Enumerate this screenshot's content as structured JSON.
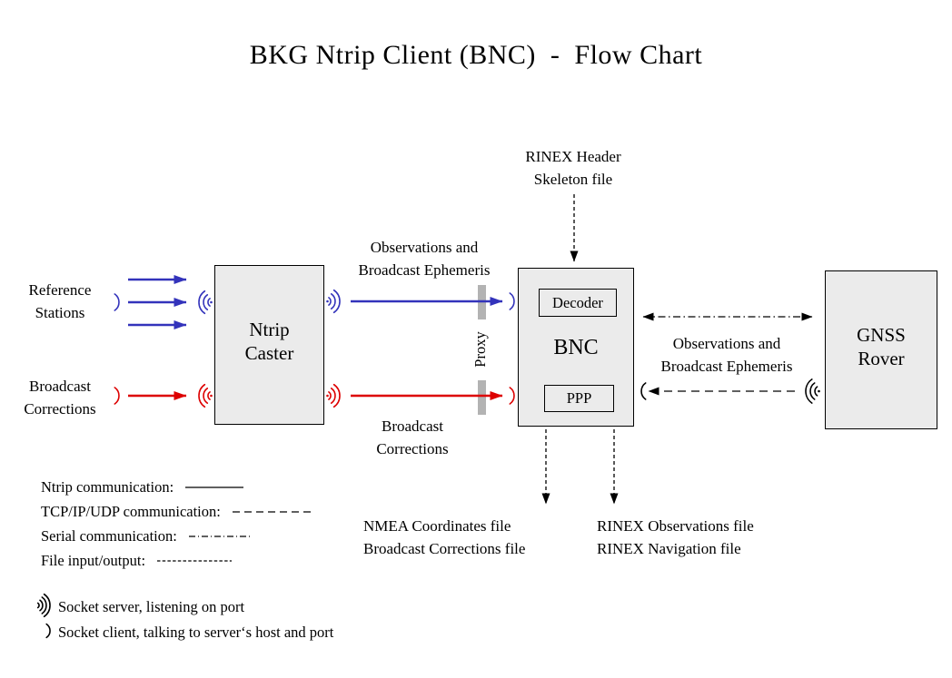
{
  "title": "BKG Ntrip Client (BNC)  -  Flow Chart",
  "colors": {
    "blue": "#3333bb",
    "red": "#dd0000",
    "box_fill": "#ebebeb",
    "box_border": "#000000",
    "proxy_bar": "#b3b3b3"
  },
  "nodes": {
    "ntrip_caster": "Ntrip\nCaster",
    "bnc": "BNC",
    "decoder": "Decoder",
    "ppp": "PPP",
    "gnss_rover": "GNSS\nRover"
  },
  "labels": {
    "rinex_header_skeleton": "RINEX Header\nSkeleton file",
    "reference_stations": "Reference\nStations",
    "broadcast_corrections_in": "Broadcast\nCorrections",
    "observations_ephemeris_caster_bnc": "Observations and\nBroadcast Ephemeris",
    "proxy": "Proxy",
    "broadcast_corrections_mid": "Broadcast\nCorrections",
    "observations_ephemeris_bnc_rover": "Observations and\nBroadcast Ephemeris",
    "nmea_outputs": "NMEA Coordinates file\nBroadcast Corrections file",
    "rinex_outputs": "RINEX Observations file\nRINEX Navigation file"
  },
  "legend": {
    "items": [
      {
        "label": "Ntrip communication:",
        "style": "solid"
      },
      {
        "label": "TCP/IP/UDP communication:",
        "style": "dashed"
      },
      {
        "label": "Serial communication:",
        "style": "dash-dot"
      },
      {
        "label": "File input/output:",
        "style": "fine-dashed"
      }
    ],
    "socket_server": "Socket server, listening on port",
    "socket_client": "Socket client, talking to server‘s host and port"
  }
}
